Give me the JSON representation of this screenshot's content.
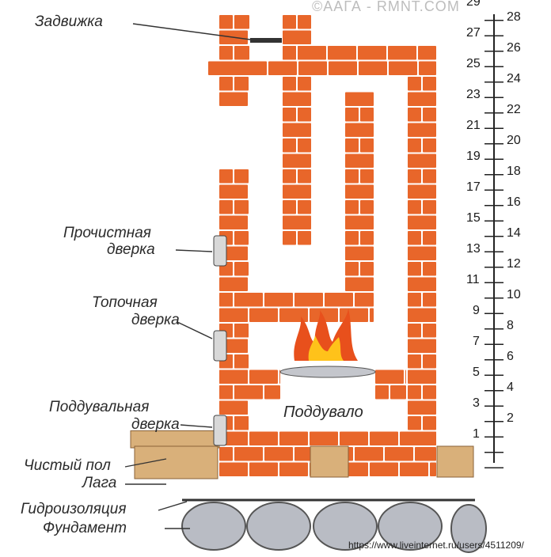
{
  "labels": {
    "damper": "Задвижка",
    "cleanout_door_1": "Прочистная",
    "cleanout_door_2": "дверка",
    "fire_door_1": "Топочная",
    "fire_door_2": "дверка",
    "ash_door_1": "Поддувальная",
    "ash_door_2": "дверка",
    "ash_pit": "Поддувало",
    "clean_floor": "Чистый пол",
    "joist": "Лага",
    "waterproofing": "Гидроизоляция",
    "foundation": "Фундамент"
  },
  "watermark": "©ААГА - RMNT.COM",
  "source_url": "https://www.liveinternet.ru/users/4511209/",
  "ruler": {
    "left_numbers": [
      "1",
      "3",
      "5",
      "7",
      "9",
      "11",
      "13",
      "15",
      "17",
      "19",
      "21",
      "23",
      "25",
      "27",
      "29"
    ],
    "right_numbers": [
      "2",
      "4",
      "6",
      "8",
      "10",
      "12",
      "14",
      "16",
      "18",
      "20",
      "22",
      "24",
      "26",
      "28"
    ]
  },
  "colors": {
    "brick": "#e8662a",
    "mortar": "#ffffff",
    "wood": "#d9b07a",
    "stone": "#b9bcc4",
    "flame_outer": "#e8501c",
    "flame_inner": "#ffc21a"
  }
}
